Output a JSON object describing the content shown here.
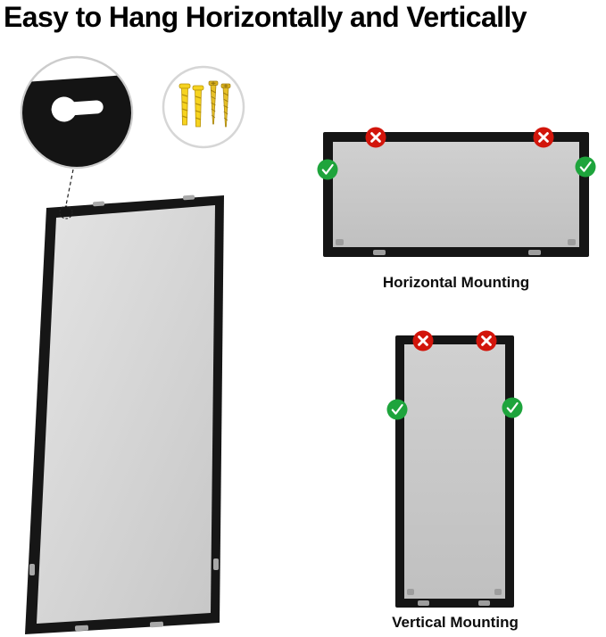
{
  "title": "Easy to Hang Horizontally and Vertically",
  "diagrams": {
    "horizontal": {
      "label": "Horizontal Mounting"
    },
    "vertical": {
      "label": "Vertical Mounting"
    }
  },
  "icons": {
    "check": "✓",
    "cross": "✕"
  },
  "colors": {
    "check_green": "#1ea43c",
    "cross_red": "#d2150b",
    "frame_black": "#151515",
    "anchor_yellow": "#f6d31f"
  }
}
